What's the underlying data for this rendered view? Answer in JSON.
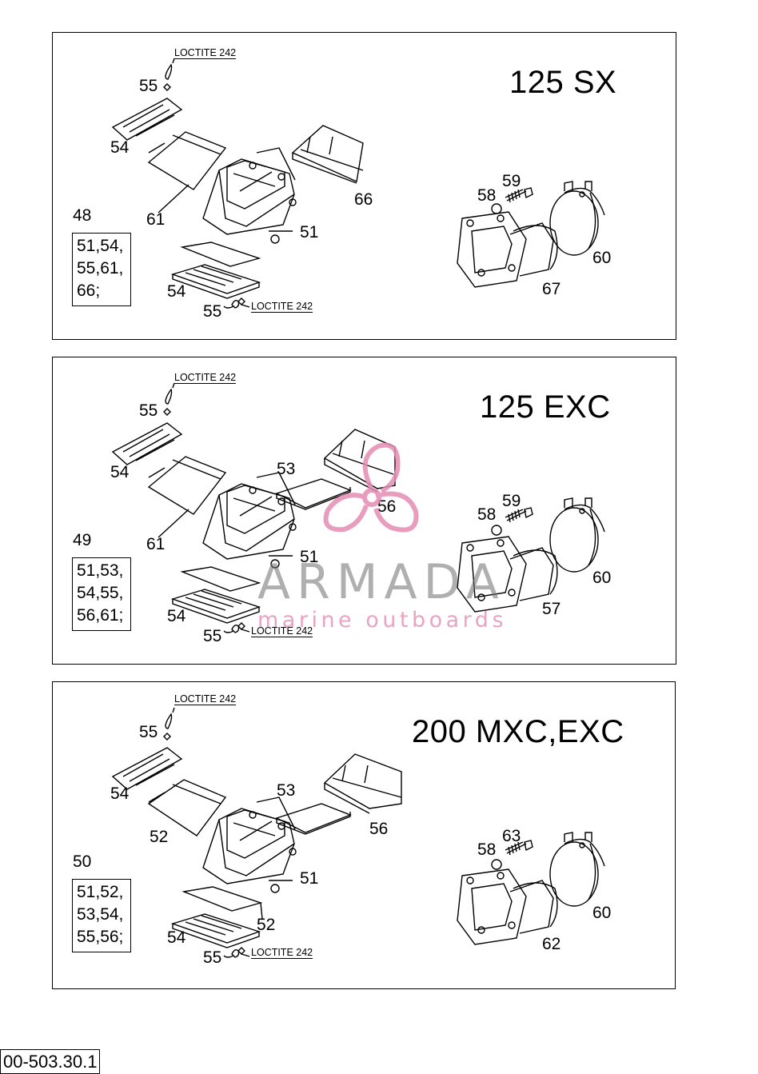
{
  "panels": [
    {
      "title": "125 SX",
      "kit": {
        "number": "48",
        "lines": [
          "51,54,",
          "55,61,",
          "66;"
        ]
      },
      "loctite_top": "LOCTITE 242",
      "loctite_bottom": "LOCTITE 242",
      "labels": {
        "screw_top": "55",
        "reed_top": "54",
        "reed_block_plate": "61",
        "shield": "66",
        "housing": "51",
        "reed_bottom": "54",
        "screw_bottom": "55",
        "washer": "58",
        "bolt": "59",
        "clamp": "60",
        "manifold": "67"
      }
    },
    {
      "title": "125 EXC",
      "kit": {
        "number": "49",
        "lines": [
          "51,53,",
          "54,55,",
          "56,61;"
        ]
      },
      "loctite_top": "LOCTITE 242",
      "loctite_bottom": "LOCTITE 242",
      "labels": {
        "screw_top": "55",
        "reed_top": "54",
        "reed_block_plate": "61",
        "plate": "53",
        "shield": "56",
        "housing": "51",
        "reed_bottom": "54",
        "screw_bottom": "55",
        "washer": "58",
        "bolt": "59",
        "clamp": "60",
        "manifold": "57"
      }
    },
    {
      "title": "200 MXC,EXC",
      "kit": {
        "number": "50",
        "lines": [
          "51,52,",
          "53,54,",
          "55,56;"
        ]
      },
      "loctite_top": "LOCTITE 242",
      "loctite_bottom": "LOCTITE 242",
      "labels": {
        "screw_top": "55",
        "reed_top": "54",
        "reed_block_plate": "52",
        "plate": "53",
        "shield": "56",
        "housing": "51",
        "reed_bottom": "54",
        "reed_plate_bottom": "52",
        "screw_bottom": "55",
        "washer": "58",
        "bolt": "63",
        "clamp": "60",
        "manifold": "62"
      }
    }
  ],
  "watermark": {
    "name": "ARMADA",
    "sub": "marine outboards"
  },
  "doc_id": "00-503.30.1",
  "colors": {
    "line": "#000000",
    "watermark_pink": "#e48cb4",
    "watermark_gray": "#6e6e6e"
  }
}
